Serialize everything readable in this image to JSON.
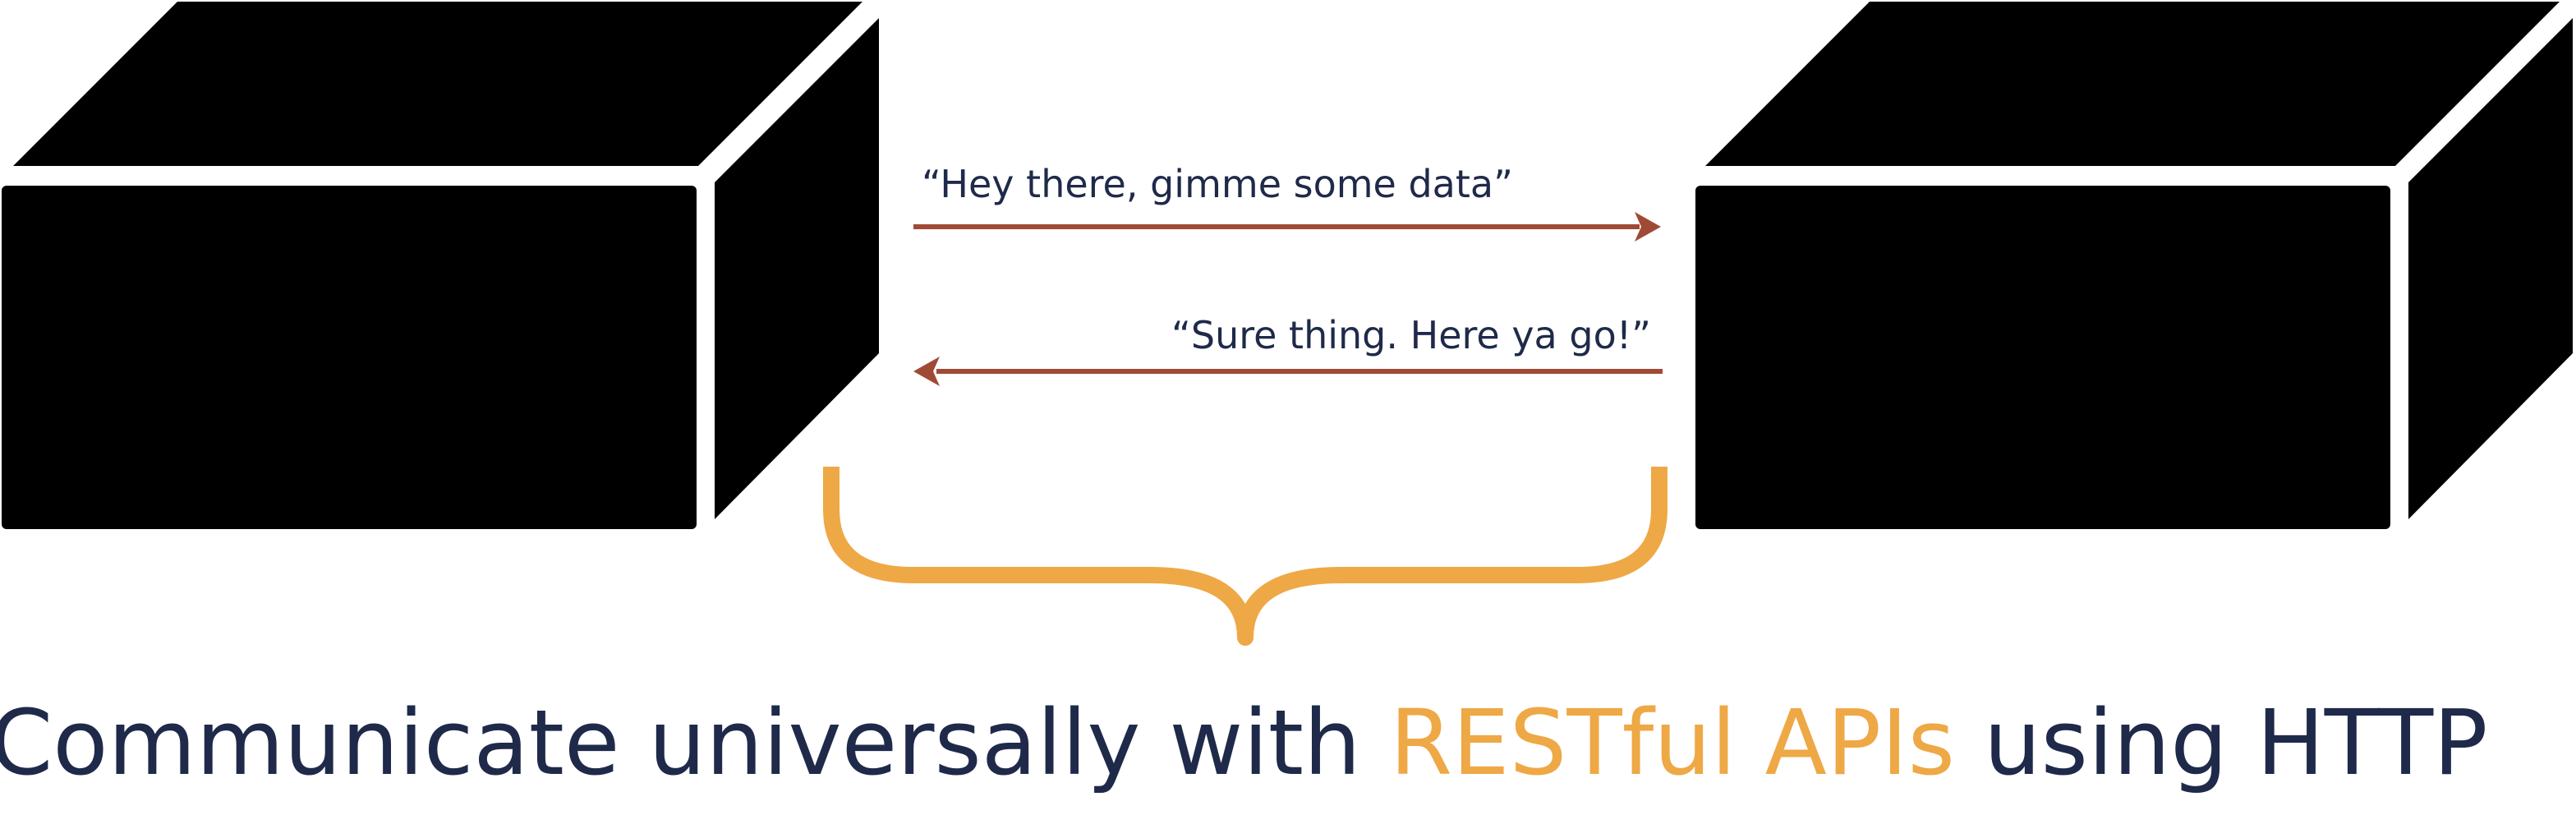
{
  "colors": {
    "box": "#000000",
    "gap": "#ffffff",
    "arrow": "#a04a36",
    "brace": "#eea845",
    "text": "#1f2a4a",
    "highlight": "#eea845"
  },
  "messages": {
    "request": "“Hey there, gimme some data”",
    "response": "“Sure thing. Here ya go!”"
  },
  "caption": {
    "prefix": "Communicate universally with ",
    "highlight": "RESTful APIs",
    "suffix": " using HTTP"
  }
}
